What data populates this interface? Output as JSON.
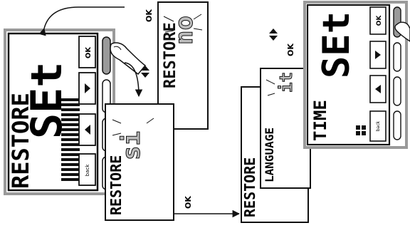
{
  "labels": {
    "ok": "OK",
    "back": "back",
    "restore": "RESTORE",
    "language": "LANGUAGE",
    "time": "TIME"
  },
  "displays": {
    "main_big": "SEt",
    "second_big": "no",
    "third_big": "si",
    "language_big": "it",
    "time_big": "SEt"
  },
  "colors": {
    "stroke": "#111111",
    "frame": "#9a9a9a",
    "flash": "#bdbdbd",
    "fill": "#ffffff"
  },
  "icons": [
    "finger-press-icon",
    "flash-rays-icon",
    "arrow-up-icon",
    "arrow-down-icon"
  ]
}
